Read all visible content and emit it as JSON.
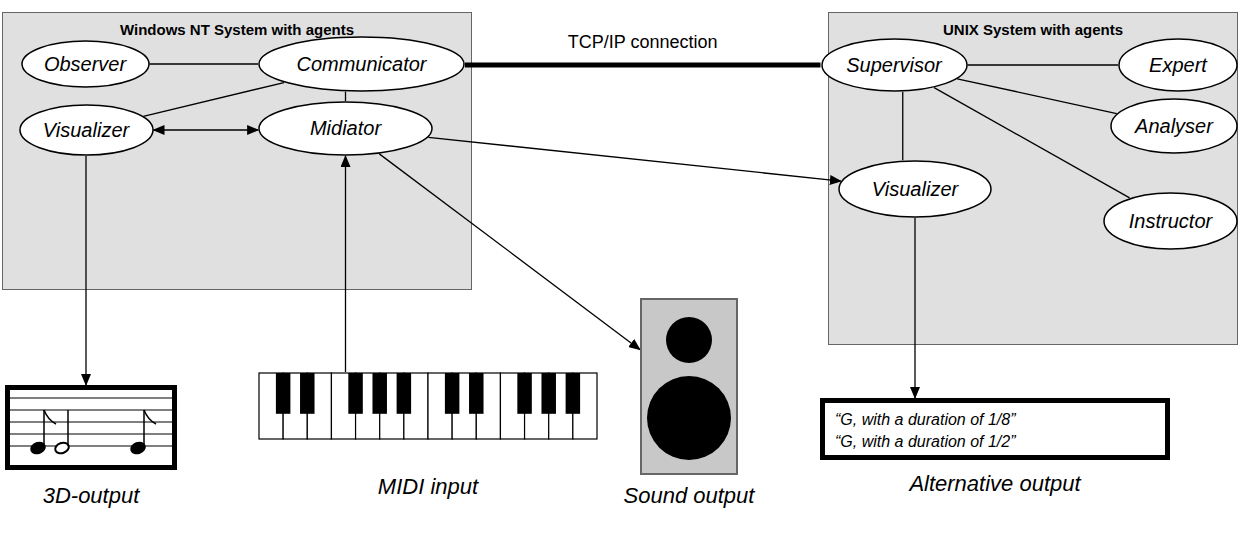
{
  "diagram": {
    "nodes": [
      {
        "text": [
          "Windows NT System with agents"
        ]
      },
      {
        "text": [
          "Observer"
        ],
        "in": 0
      },
      {
        "text": [
          "Communicator"
        ],
        "in": 0
      },
      {
        "text": [
          "Visualizer"
        ],
        "in": 0
      },
      {
        "text": [
          "Midiator"
        ],
        "in": 0
      },
      {
        "text": [
          "UNIX System with agents"
        ]
      },
      {
        "text": [
          "Supervisor"
        ],
        "in": 5
      },
      {
        "text": [
          "Expert"
        ],
        "in": 5
      },
      {
        "text": [
          "Analyser"
        ],
        "in": 5
      },
      {
        "text": [
          "Visualizer"
        ],
        "in": 5
      },
      {
        "text": [
          "Instructor"
        ],
        "in": 5
      },
      {
        "text": [
          "3D-output"
        ]
      },
      {
        "text": [
          "MIDI input"
        ]
      },
      {
        "text": [
          "Sound output"
        ]
      },
      {
        "text": [
          "“G, with a duration of 1/8”",
          "“G, with a duration of 1/2”",
          "Alternative output"
        ]
      }
    ],
    "edges": [
      {
        "from": 1,
        "to": 2,
        "arrow": "none"
      },
      {
        "from": 2,
        "to": 3,
        "arrow": "none"
      },
      {
        "from": 2,
        "to": 4,
        "arrow": "none"
      },
      {
        "from": 3,
        "to": 4,
        "arrow": "both"
      },
      {
        "from": 2,
        "to": 6,
        "label": "TCP/IP connection",
        "arrow": "none"
      },
      {
        "from": 6,
        "to": 7,
        "arrow": "none"
      },
      {
        "from": 6,
        "to": 8,
        "arrow": "none"
      },
      {
        "from": 6,
        "to": 9,
        "arrow": "none"
      },
      {
        "from": 6,
        "to": 10,
        "arrow": "none"
      },
      {
        "from": 3,
        "to": 11,
        "arrow": "to"
      },
      {
        "from": 12,
        "to": 4,
        "arrow": "to"
      },
      {
        "from": 4,
        "to": 13,
        "arrow": "to"
      },
      {
        "from": 4,
        "to": 9,
        "arrow": "to"
      },
      {
        "from": 9,
        "to": 14,
        "arrow": "to"
      }
    ]
  }
}
